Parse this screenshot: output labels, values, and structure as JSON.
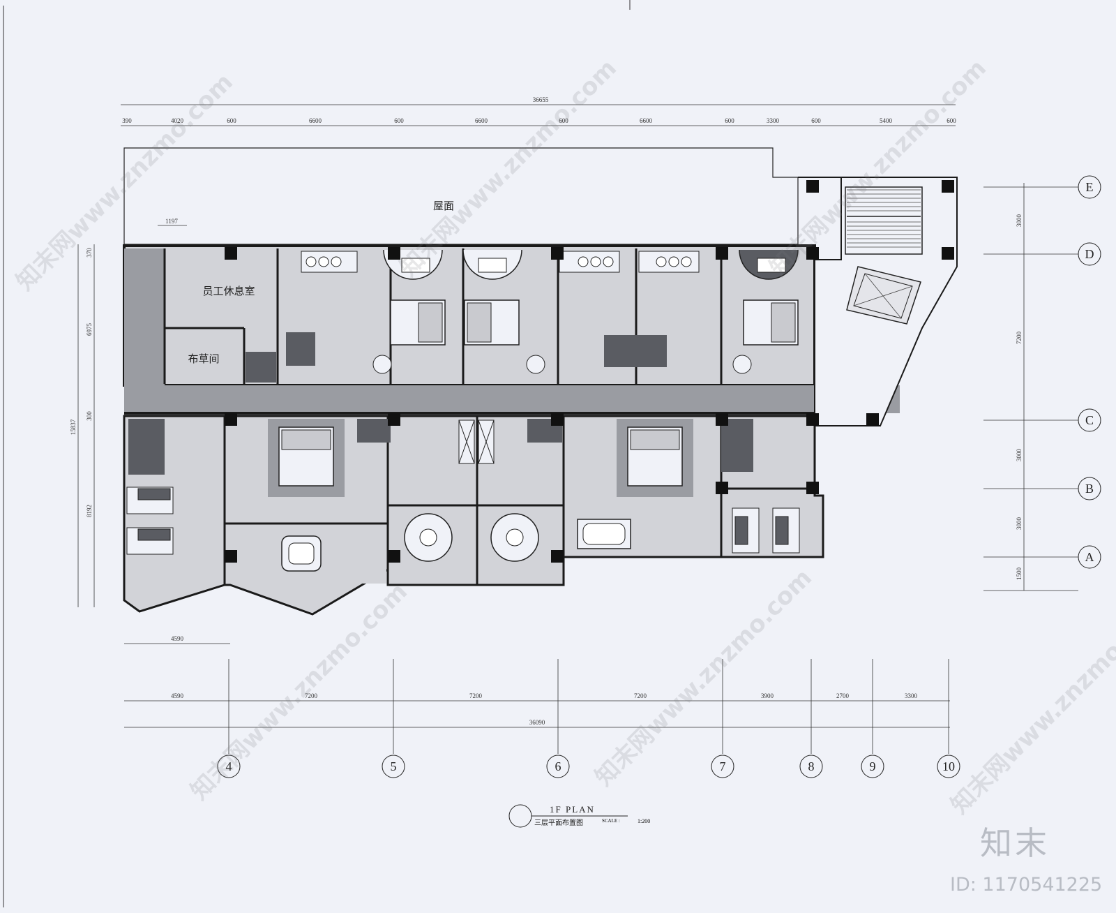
{
  "drawing": {
    "title_en": "1F  PLAN",
    "title_cn": "三层平面布置图",
    "scale_label": "SCALE :",
    "scale_value": "1:200"
  },
  "rooms": {
    "roof": "屋面",
    "staff_lounge": "员工休息室",
    "linen_room": "布草间"
  },
  "dimensions": {
    "top_total": "36655",
    "top_segments": [
      "390",
      "4020",
      "600",
      "6600",
      "600",
      "6600",
      "600",
      "6600",
      "600",
      "3300",
      "600",
      "5400",
      "600"
    ],
    "roof_note": "1197",
    "left_total": "15837",
    "left_segments": [
      "370",
      "6975",
      "300",
      "8192"
    ],
    "right_segments": [
      "3000",
      "7200",
      "3000",
      "3000",
      "1500"
    ],
    "bottom_left": "4590",
    "bottom_segments": [
      "4590",
      "7200",
      "7200",
      "7200",
      "3900",
      "2700",
      "3300"
    ],
    "bottom_total": "36090"
  },
  "axes": {
    "rows": [
      "E",
      "D",
      "C",
      "B",
      "A"
    ],
    "columns": [
      "4",
      "5",
      "6",
      "7",
      "8",
      "9",
      "10"
    ]
  },
  "watermark": {
    "site": "知末网www.znzmo.com",
    "logo": "知末",
    "id": "ID: 1170541225"
  },
  "colors": {
    "background": "#f0f2f8",
    "corridor": "#9a9ca2",
    "room_fill": "#d2d3d8",
    "dark_fill": "#5a5c62",
    "wall": "#1a1a1a"
  }
}
